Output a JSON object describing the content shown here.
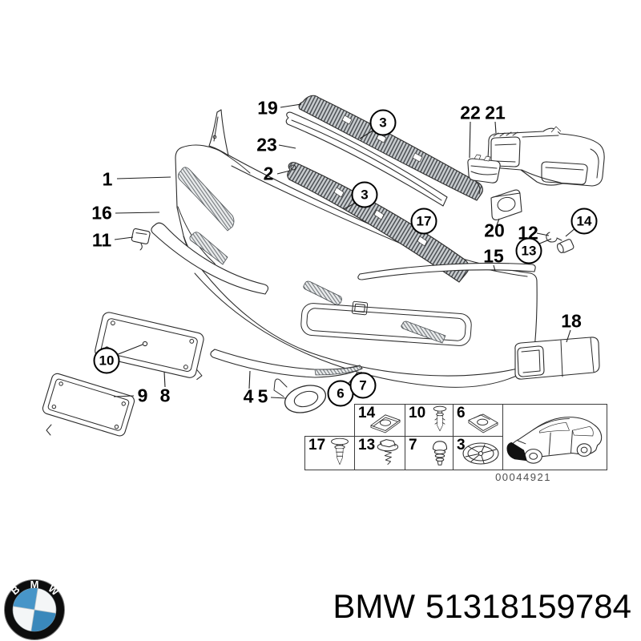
{
  "figure": {
    "callouts": {
      "n1": "1",
      "n2": "2",
      "n4": "4",
      "n5": "5",
      "n8": "8",
      "n9": "9",
      "n11": "11",
      "n12": "12",
      "n15": "15",
      "n16": "16",
      "n18": "18",
      "n19": "19",
      "n20": "20",
      "n21": "21",
      "n22": "22",
      "n23": "23",
      "c3a": "3",
      "c3b": "3",
      "c6": "6",
      "c7": "7",
      "c10": "10",
      "c13": "13",
      "c14": "14",
      "c17": "17"
    }
  },
  "legend": {
    "row1": [
      {
        "num": "14"
      },
      {
        "num": "10"
      },
      {
        "num": "6"
      }
    ],
    "row2": [
      {
        "num": "17"
      },
      {
        "num": "13"
      },
      {
        "num": "7"
      },
      {
        "num": "3"
      }
    ],
    "doc_number": "00044921"
  },
  "footer": {
    "brand": "BMW",
    "part_number": "51318159784",
    "logo_letters": [
      "B",
      "M",
      "W"
    ],
    "logo_blue": "#4795c8",
    "line_color": "#2b2b2b"
  }
}
